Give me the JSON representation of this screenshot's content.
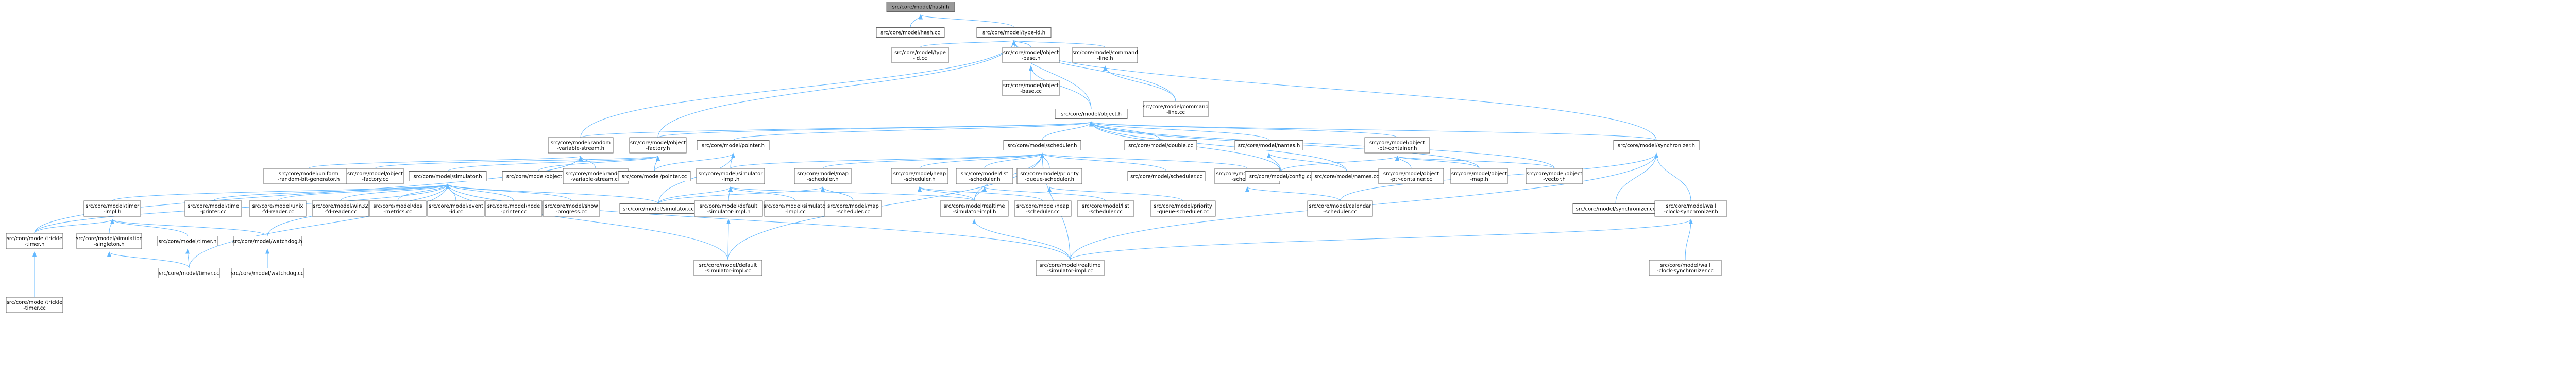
{
  "nodes": [
    {
      "id": "hash_h",
      "lines": [
        "src/core/model/hash.h"
      ],
      "root": true
    },
    {
      "id": "hash_cc",
      "lines": [
        "src/core/model/hash.cc"
      ]
    },
    {
      "id": "typeid_h",
      "lines": [
        "src/core/model/type-id.h"
      ]
    },
    {
      "id": "typeid_cc",
      "lines": [
        "src/core/model/type",
        "-id.cc"
      ]
    },
    {
      "id": "objbase_h",
      "lines": [
        "src/core/model/object",
        "-base.h"
      ]
    },
    {
      "id": "cmdline_h",
      "lines": [
        "src/core/model/command",
        "-line.h"
      ]
    },
    {
      "id": "objbase_cc",
      "lines": [
        "src/core/model/object",
        "-base.cc"
      ]
    },
    {
      "id": "cmdline_cc",
      "lines": [
        "src/core/model/command",
        "-line.cc"
      ]
    },
    {
      "id": "object_h",
      "lines": [
        "src/core/model/object.h"
      ]
    },
    {
      "id": "randvar_h",
      "lines": [
        "src/core/model/random",
        "-variable-stream.h"
      ]
    },
    {
      "id": "objfactory_h",
      "lines": [
        "src/core/model/object",
        "-factory.h"
      ]
    },
    {
      "id": "pointer_h",
      "lines": [
        "src/core/model/pointer.h"
      ]
    },
    {
      "id": "scheduler_h",
      "lines": [
        "src/core/model/scheduler.h"
      ]
    },
    {
      "id": "double_cc",
      "lines": [
        "src/core/model/double.cc"
      ]
    },
    {
      "id": "names_h",
      "lines": [
        "src/core/model/names.h"
      ]
    },
    {
      "id": "ptrcont_h",
      "lines": [
        "src/core/model/object",
        "-ptr-container.h"
      ]
    },
    {
      "id": "sync_h",
      "lines": [
        "src/core/model/synchronizer.h"
      ]
    },
    {
      "id": "uniform_cc",
      "lines": [
        "src/core/model/uniform",
        "-random-bit-generator.h"
      ]
    },
    {
      "id": "objfactory_cc",
      "lines": [
        "src/core/model/object",
        "-factory.cc"
      ]
    },
    {
      "id": "simulator_h",
      "lines": [
        "src/core/model/simulator.h"
      ]
    },
    {
      "id": "object_cc",
      "lines": [
        "src/core/model/object.cc"
      ]
    },
    {
      "id": "randvar_cc",
      "lines": [
        "src/core/model/random",
        "-variable-stream.cc"
      ]
    },
    {
      "id": "pointer_cc",
      "lines": [
        "src/core/model/pointer.cc"
      ]
    },
    {
      "id": "simimpl_h",
      "lines": [
        "src/core/model/simulator",
        "-impl.h"
      ]
    },
    {
      "id": "mapsched_h",
      "lines": [
        "src/core/model/map",
        "-scheduler.h"
      ]
    },
    {
      "id": "heapsched_h",
      "lines": [
        "src/core/model/heap",
        "-scheduler.h"
      ]
    },
    {
      "id": "listsched_h",
      "lines": [
        "src/core/model/list",
        "-scheduler.h"
      ]
    },
    {
      "id": "prioq_h",
      "lines": [
        "src/core/model/priority",
        "-queue-scheduler.h"
      ]
    },
    {
      "id": "sched_cc",
      "lines": [
        "src/core/model/scheduler.cc"
      ]
    },
    {
      "id": "calsched_h",
      "lines": [
        "src/core/model/calendar",
        "-scheduler.h"
      ]
    },
    {
      "id": "config_cc",
      "lines": [
        "src/core/model/config.cc"
      ]
    },
    {
      "id": "names_cc",
      "lines": [
        "src/core/model/names.cc"
      ]
    },
    {
      "id": "ptrcont_cc",
      "lines": [
        "src/core/model/object",
        "-ptr-container.cc"
      ]
    },
    {
      "id": "objmap_h",
      "lines": [
        "src/core/model/object",
        "-map.h"
      ]
    },
    {
      "id": "objvec_h",
      "lines": [
        "src/core/model/object",
        "-vector.h"
      ]
    },
    {
      "id": "timerimpl_h",
      "lines": [
        "src/core/model/timer",
        "-impl.h"
      ]
    },
    {
      "id": "timeprinter_cc",
      "lines": [
        "src/core/model/time",
        "-printer.cc"
      ]
    },
    {
      "id": "unix_cc",
      "lines": [
        "src/core/model/unix",
        "-fd-reader.cc"
      ]
    },
    {
      "id": "win32_cc",
      "lines": [
        "src/core/model/win32",
        "-fd-reader.cc"
      ]
    },
    {
      "id": "des_cc",
      "lines": [
        "src/core/model/des",
        "-metrics.cc"
      ]
    },
    {
      "id": "eventid_cc",
      "lines": [
        "src/core/model/event",
        "-id.cc"
      ]
    },
    {
      "id": "nodeprinter_cc",
      "lines": [
        "src/core/model/node",
        "-printer.cc"
      ]
    },
    {
      "id": "showprog_cc",
      "lines": [
        "src/core/model/show",
        "-progress.cc"
      ]
    },
    {
      "id": "simulator_cc",
      "lines": [
        "src/core/model/simulator.cc"
      ]
    },
    {
      "id": "defsimimpl_h",
      "lines": [
        "src/core/model/default",
        "-simulator-impl.h"
      ]
    },
    {
      "id": "simimpl_cc",
      "lines": [
        "src/core/model/simulator",
        "-impl.cc"
      ]
    },
    {
      "id": "mapsched_cc",
      "lines": [
        "src/core/model/map",
        "-scheduler.cc"
      ]
    },
    {
      "id": "rtsimimpl_h",
      "lines": [
        "src/core/model/realtime",
        "-simulator-impl.h"
      ]
    },
    {
      "id": "heapsched_cc",
      "lines": [
        "src/core/model/heap",
        "-scheduler.cc"
      ]
    },
    {
      "id": "listsched_cc",
      "lines": [
        "src/core/model/list",
        "-scheduler.cc"
      ]
    },
    {
      "id": "prioq_cc",
      "lines": [
        "src/core/model/priority",
        "-queue-scheduler.cc"
      ]
    },
    {
      "id": "calsched_cc",
      "lines": [
        "src/core/model/calendar",
        "-scheduler.cc"
      ]
    },
    {
      "id": "sync_cc",
      "lines": [
        "src/core/model/synchronizer.cc"
      ]
    },
    {
      "id": "wallsync_h",
      "lines": [
        "src/core/model/wall",
        "-clock-synchronizer.h"
      ]
    },
    {
      "id": "trickle_h",
      "lines": [
        "src/core/model/trickle",
        "-timer.h"
      ]
    },
    {
      "id": "simsingleton_h",
      "lines": [
        "src/core/model/simulation",
        "-singleton.h"
      ]
    },
    {
      "id": "timer_h",
      "lines": [
        "src/core/model/timer.h"
      ]
    },
    {
      "id": "watchdog_h",
      "lines": [
        "src/core/model/watchdog.h"
      ]
    },
    {
      "id": "defsimimpl_cc",
      "lines": [
        "src/core/model/default",
        "-simulator-impl.cc"
      ]
    },
    {
      "id": "rtsimimpl_cc",
      "lines": [
        "src/core/model/realtime",
        "-simulator-impl.cc"
      ]
    },
    {
      "id": "wallsync_cc",
      "lines": [
        "src/core/model/wall",
        "-clock-synchronizer.cc"
      ]
    },
    {
      "id": "trickle_cc",
      "lines": [
        "src/core/model/trickle",
        "-timer.cc"
      ]
    },
    {
      "id": "timer_cc",
      "lines": [
        "src/core/model/timer.cc"
      ]
    },
    {
      "id": "watchdog_cc",
      "lines": [
        "src/core/model/watchdog.cc"
      ]
    }
  ],
  "edges": [
    [
      "hash_h",
      "hash_cc"
    ],
    [
      "hash_h",
      "typeid_h"
    ],
    [
      "typeid_h",
      "typeid_cc"
    ],
    [
      "typeid_h",
      "objbase_h"
    ],
    [
      "typeid_h",
      "cmdline_h"
    ],
    [
      "typeid_h",
      "cmdline_cc"
    ],
    [
      "typeid_h",
      "object_h"
    ],
    [
      "typeid_h",
      "objfactory_h"
    ],
    [
      "typeid_h",
      "randvar_h"
    ],
    [
      "typeid_h",
      "sync_h"
    ],
    [
      "objbase_h",
      "objbase_cc"
    ],
    [
      "objbase_h",
      "object_h"
    ],
    [
      "cmdline_h",
      "cmdline_cc"
    ],
    [
      "object_h",
      "randvar_h"
    ],
    [
      "object_h",
      "objfactory_h"
    ],
    [
      "object_h",
      "pointer_h"
    ],
    [
      "object_h",
      "scheduler_h"
    ],
    [
      "object_h",
      "double_cc"
    ],
    [
      "object_h",
      "names_h"
    ],
    [
      "object_h",
      "ptrcont_h"
    ],
    [
      "object_h",
      "sync_h"
    ],
    [
      "object_h",
      "objmap_h"
    ],
    [
      "object_h",
      "objvec_h"
    ],
    [
      "object_h",
      "config_cc"
    ],
    [
      "object_h",
      "names_cc"
    ],
    [
      "randvar_h",
      "uniform_cc"
    ],
    [
      "randvar_h",
      "randvar_cc"
    ],
    [
      "randvar_h",
      "trickle_h"
    ],
    [
      "objfactory_h",
      "objfactory_cc"
    ],
    [
      "objfactory_h",
      "simulator_h"
    ],
    [
      "objfactory_h",
      "object_cc"
    ],
    [
      "objfactory_h",
      "pointer_cc"
    ],
    [
      "pointer_h",
      "pointer_cc"
    ],
    [
      "pointer_h",
      "simimpl_h"
    ],
    [
      "pointer_h",
      "simulator_cc"
    ],
    [
      "scheduler_h",
      "simimpl_h"
    ],
    [
      "scheduler_h",
      "mapsched_h"
    ],
    [
      "scheduler_h",
      "heapsched_h"
    ],
    [
      "scheduler_h",
      "listsched_h"
    ],
    [
      "scheduler_h",
      "prioq_h"
    ],
    [
      "scheduler_h",
      "sched_cc"
    ],
    [
      "scheduler_h",
      "calsched_h"
    ],
    [
      "scheduler_h",
      "rtsimimpl_h"
    ],
    [
      "scheduler_h",
      "defsimimpl_cc"
    ],
    [
      "scheduler_h",
      "rtsimimpl_cc"
    ],
    [
      "names_h",
      "config_cc"
    ],
    [
      "names_h",
      "names_cc"
    ],
    [
      "ptrcont_h",
      "ptrcont_cc"
    ],
    [
      "ptrcont_h",
      "objmap_h"
    ],
    [
      "ptrcont_h",
      "objvec_h"
    ],
    [
      "ptrcont_h",
      "config_cc"
    ],
    [
      "sync_h",
      "sync_cc"
    ],
    [
      "sync_h",
      "wallsync_h"
    ],
    [
      "sync_h",
      "rtsimimpl_cc"
    ],
    [
      "sync_h",
      "calsched_cc"
    ],
    [
      "simulator_h",
      "timerimpl_h"
    ],
    [
      "simulator_h",
      "timeprinter_cc"
    ],
    [
      "simulator_h",
      "unix_cc"
    ],
    [
      "simulator_h",
      "win32_cc"
    ],
    [
      "simulator_h",
      "des_cc"
    ],
    [
      "simulator_h",
      "eventid_cc"
    ],
    [
      "simulator_h",
      "nodeprinter_cc"
    ],
    [
      "simulator_h",
      "showprog_cc"
    ],
    [
      "simulator_h",
      "simulator_cc"
    ],
    [
      "simulator_h",
      "timer_cc"
    ],
    [
      "simulator_h",
      "watchdog_h"
    ],
    [
      "simulator_h",
      "rtsimimpl_cc"
    ],
    [
      "simulator_h",
      "defsimimpl_cc"
    ],
    [
      "simulator_h",
      "trickle_h"
    ],
    [
      "simimpl_h",
      "simulator_cc"
    ],
    [
      "simimpl_h",
      "defsimimpl_h"
    ],
    [
      "simimpl_h",
      "simimpl_cc"
    ],
    [
      "simimpl_h",
      "rtsimimpl_h"
    ],
    [
      "mapsched_h",
      "mapsched_cc"
    ],
    [
      "mapsched_h",
      "simulator_cc"
    ],
    [
      "heapsched_h",
      "heapsched_cc"
    ],
    [
      "heapsched_h",
      "rtsimimpl_h"
    ],
    [
      "listsched_h",
      "listsched_cc"
    ],
    [
      "listsched_h",
      "rtsimimpl_h"
    ],
    [
      "prioq_h",
      "prioq_cc"
    ],
    [
      "calsched_h",
      "calsched_cc"
    ],
    [
      "timerimpl_h",
      "trickle_h"
    ],
    [
      "timerimpl_h",
      "simsingleton_h"
    ],
    [
      "timerimpl_h",
      "timer_h"
    ],
    [
      "timerimpl_h",
      "watchdog_h"
    ],
    [
      "defsimimpl_h",
      "defsimimpl_cc"
    ],
    [
      "rtsimimpl_h",
      "rtsimimpl_cc"
    ],
    [
      "wallsync_h",
      "wallsync_cc"
    ],
    [
      "wallsync_h",
      "rtsimimpl_cc"
    ],
    [
      "trickle_h",
      "trickle_cc"
    ],
    [
      "simsingleton_h",
      "timer_cc"
    ],
    [
      "timer_h",
      "timer_cc"
    ],
    [
      "watchdog_h",
      "watchdog_cc"
    ]
  ]
}
